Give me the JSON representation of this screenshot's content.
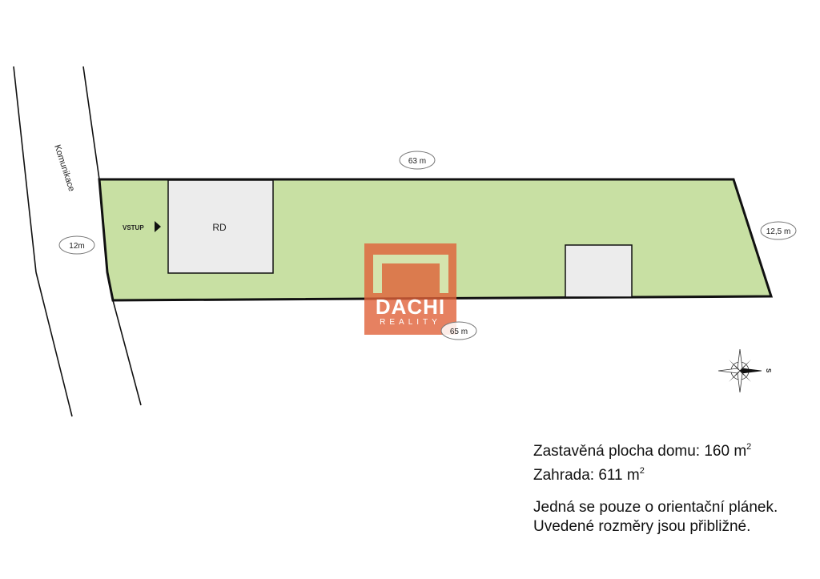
{
  "road": {
    "label": "Komunikace",
    "width_label": "12m"
  },
  "plot": {
    "top_length": "63 m",
    "bottom_length": "65 m",
    "side_length": "12,5 m",
    "entrance_label": "VSTUP",
    "house_label": "RD"
  },
  "compass": {
    "label": "S"
  },
  "info": {
    "built_area_label": "Zastavěná plocha domu: 160 m",
    "built_area_unit_sup": "2",
    "garden_label": "Zahrada: 611 m",
    "garden_unit_sup": "2",
    "note_line1": "Jedná se pouze o orientační plánek.",
    "note_line2": "Uvedené rozměry jsou přibližné."
  },
  "watermark": {
    "brand": "DACHI",
    "sub": "REALITY",
    "color": "#e0623a"
  },
  "colors": {
    "plot_fill": "#c8e0a3",
    "building_fill": "#ececec",
    "line": "#111111"
  }
}
